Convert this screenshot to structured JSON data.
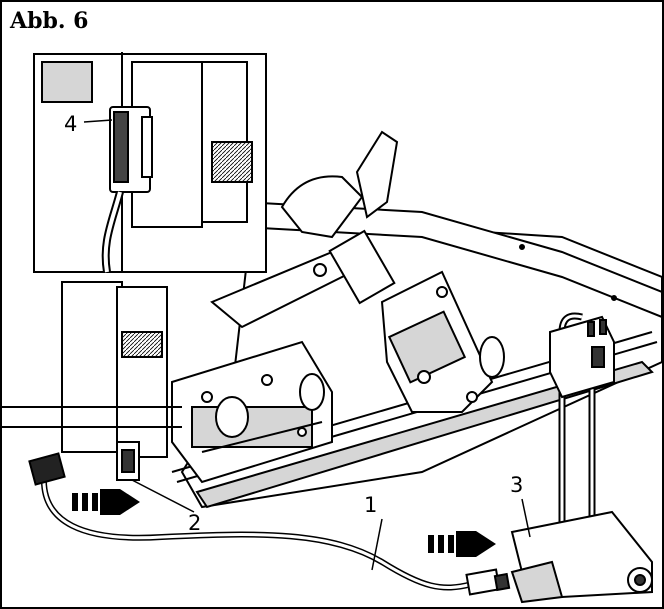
{
  "figure": {
    "title": "Abb. 6",
    "callouts": {
      "c1": "1",
      "c2": "2",
      "c3": "3",
      "c4": "4"
    }
  }
}
